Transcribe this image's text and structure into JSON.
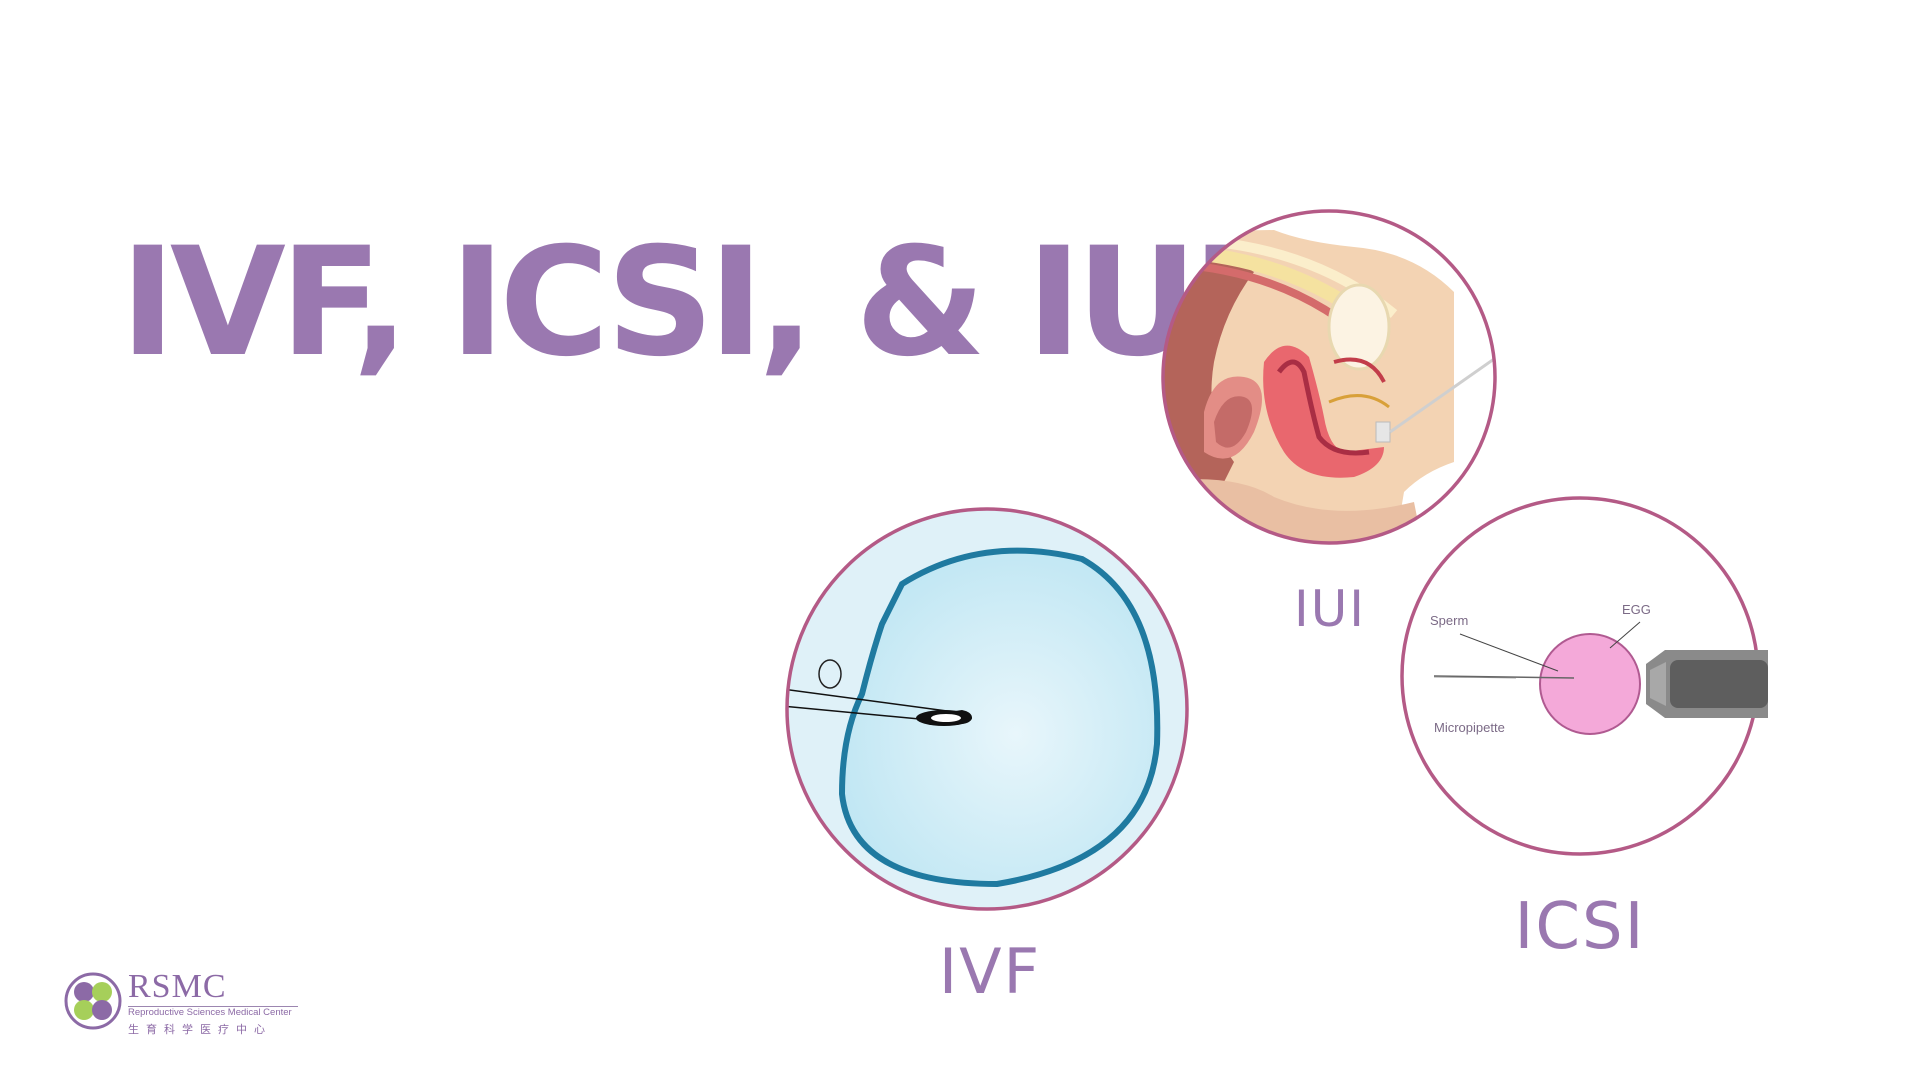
{
  "title": "IVF, ICSI, & IUI",
  "labels": {
    "iui": "IUI",
    "ivf": "IVF",
    "icsi": "ICSI"
  },
  "icsi_diagram": {
    "sperm": "Sperm",
    "egg": "EGG",
    "micropipette": "Micropipette"
  },
  "logo": {
    "name": "RSMC",
    "subtitle": "Reproductive Sciences Medical Center",
    "chinese": "生育科学医疗中心"
  },
  "colors": {
    "title": "#9a78b0",
    "ring": "#b45a86",
    "ivf_fill": "#dff1f8",
    "ivf_membrane": "#1f7aa0",
    "egg_pink": "#f4a9d9",
    "pipette_gray": "#8a8a8a"
  }
}
